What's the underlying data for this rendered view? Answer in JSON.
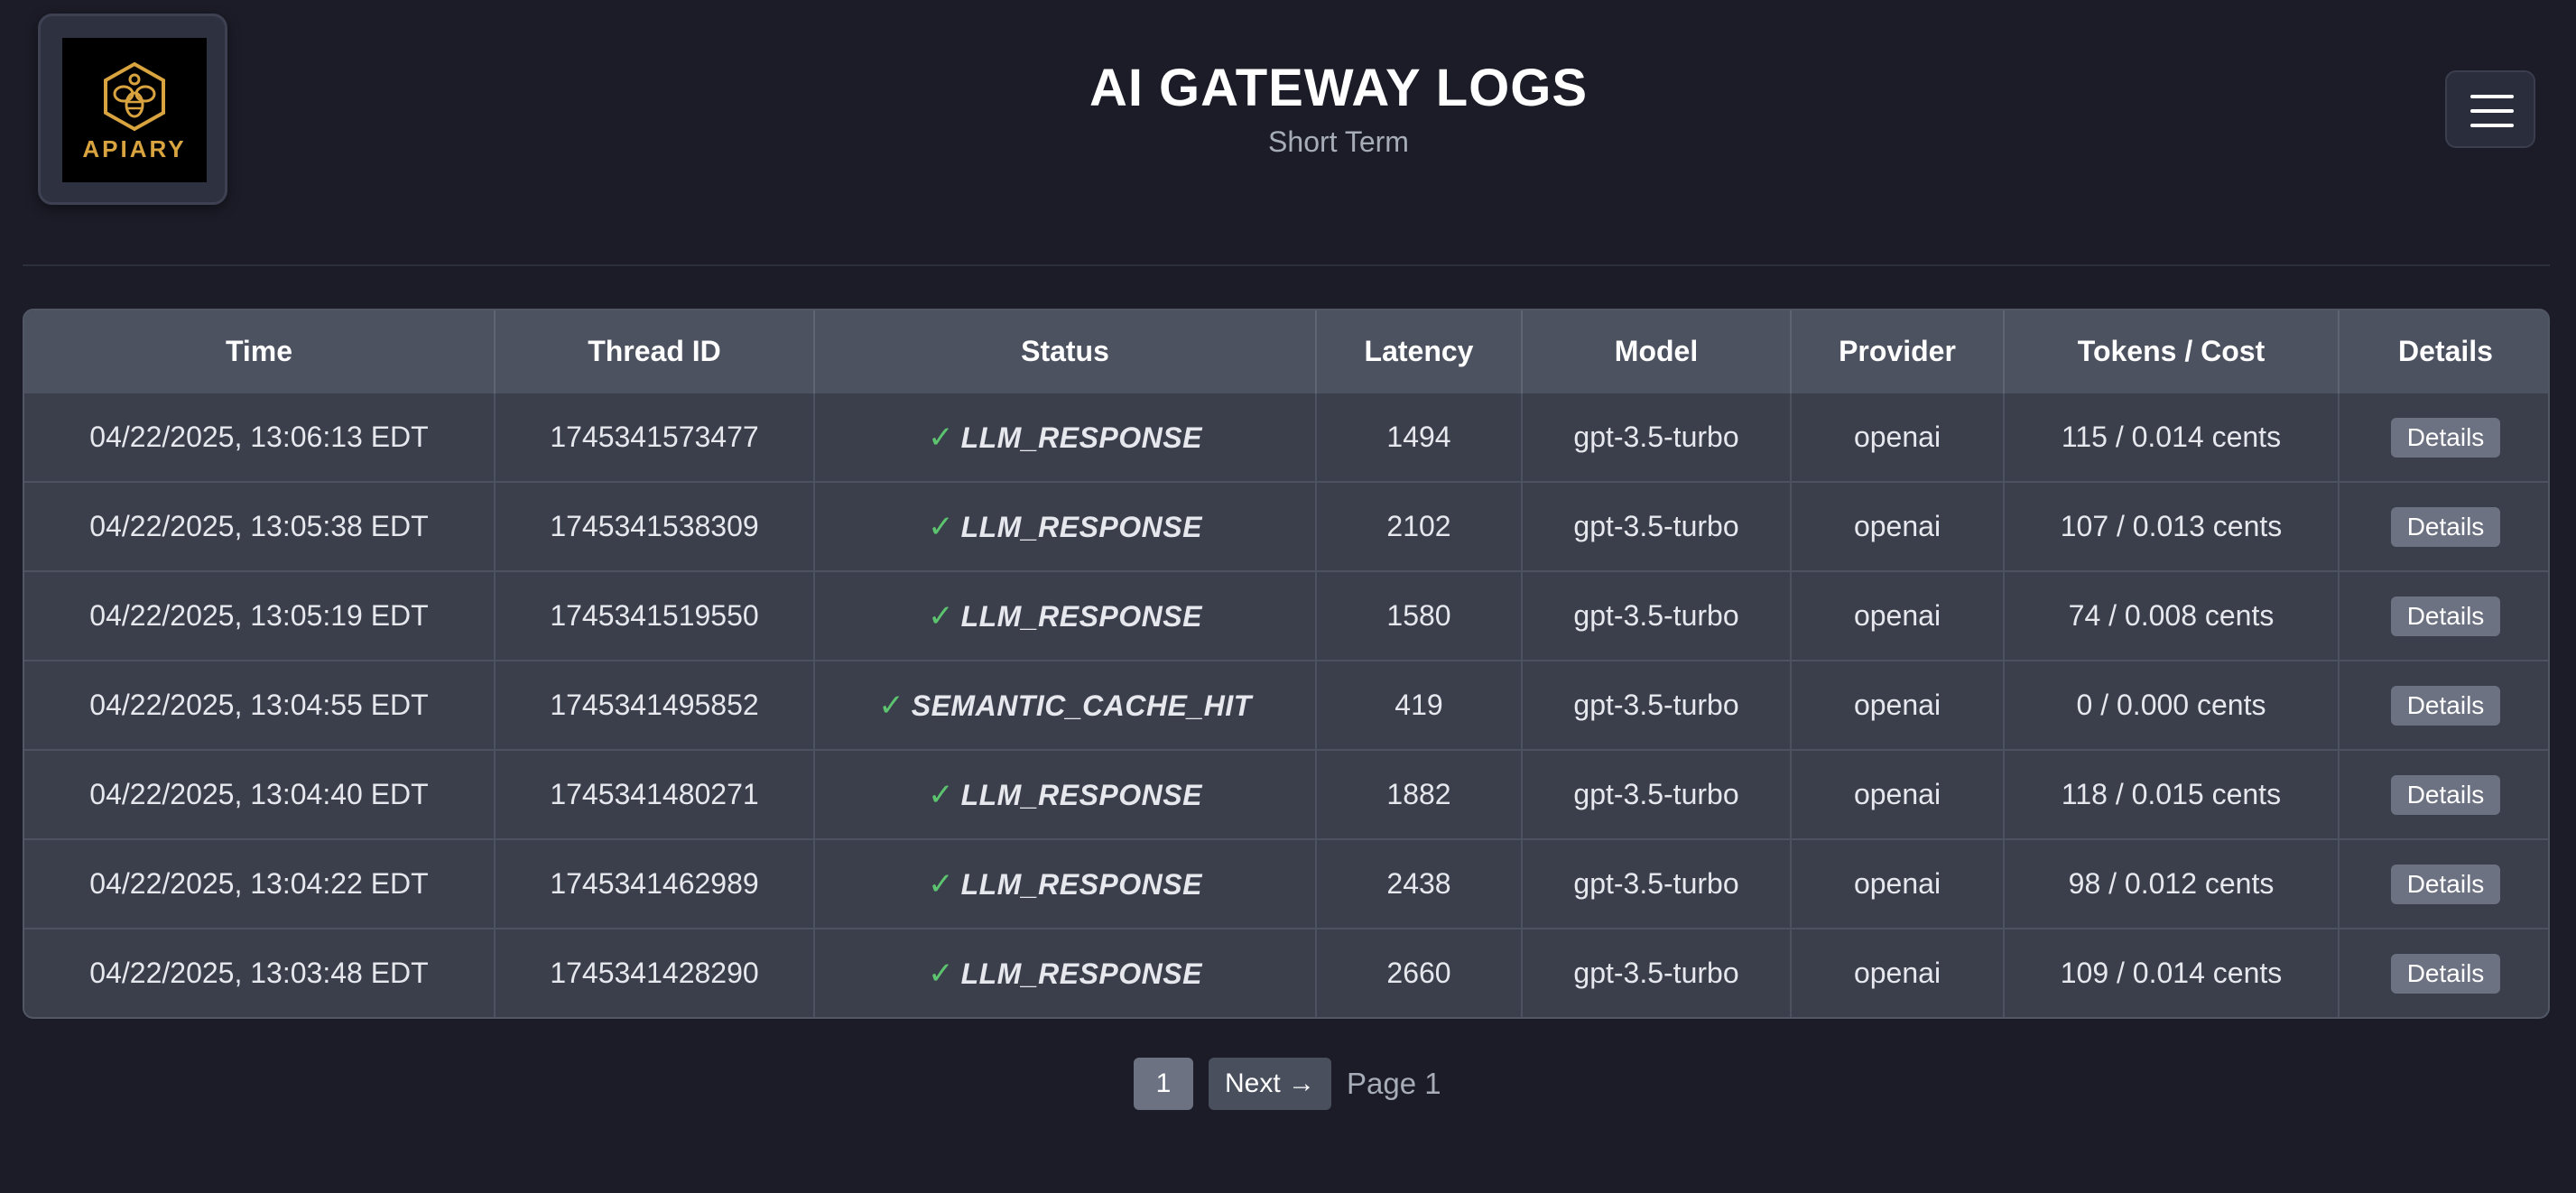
{
  "header": {
    "logo_text": "APIARY",
    "title": "AI GATEWAY LOGS",
    "subtitle": "Short Term",
    "menu_icon": "hamburger-menu-icon"
  },
  "colors": {
    "background": "#1b1c27",
    "table_bg": "#3b3f4c",
    "header_bg": "#4c5260",
    "status_ok": "#5cc46e",
    "logo_gold": "#d9a440"
  },
  "table": {
    "columns": [
      "Time",
      "Thread ID",
      "Status",
      "Latency",
      "Model",
      "Provider",
      "Tokens / Cost",
      "Details"
    ],
    "status_icon": "✓",
    "details_label": "Details",
    "rows": [
      {
        "time": "04/22/2025, 13:06:13 EDT",
        "thread_id": "1745341573477",
        "status": "LLM_RESPONSE",
        "latency": "1494",
        "model": "gpt-3.5-turbo",
        "provider": "openai",
        "tokens_cost": "115 / 0.014 cents"
      },
      {
        "time": "04/22/2025, 13:05:38 EDT",
        "thread_id": "1745341538309",
        "status": "LLM_RESPONSE",
        "latency": "2102",
        "model": "gpt-3.5-turbo",
        "provider": "openai",
        "tokens_cost": "107 / 0.013 cents"
      },
      {
        "time": "04/22/2025, 13:05:19 EDT",
        "thread_id": "1745341519550",
        "status": "LLM_RESPONSE",
        "latency": "1580",
        "model": "gpt-3.5-turbo",
        "provider": "openai",
        "tokens_cost": "74 / 0.008 cents"
      },
      {
        "time": "04/22/2025, 13:04:55 EDT",
        "thread_id": "1745341495852",
        "status": "SEMANTIC_CACHE_HIT",
        "latency": "419",
        "model": "gpt-3.5-turbo",
        "provider": "openai",
        "tokens_cost": "0 / 0.000 cents"
      },
      {
        "time": "04/22/2025, 13:04:40 EDT",
        "thread_id": "1745341480271",
        "status": "LLM_RESPONSE",
        "latency": "1882",
        "model": "gpt-3.5-turbo",
        "provider": "openai",
        "tokens_cost": "118 / 0.015 cents"
      },
      {
        "time": "04/22/2025, 13:04:22 EDT",
        "thread_id": "1745341462989",
        "status": "LLM_RESPONSE",
        "latency": "2438",
        "model": "gpt-3.5-turbo",
        "provider": "openai",
        "tokens_cost": "98 / 0.012 cents"
      },
      {
        "time": "04/22/2025, 13:03:48 EDT",
        "thread_id": "1745341428290",
        "status": "LLM_RESPONSE",
        "latency": "2660",
        "model": "gpt-3.5-turbo",
        "provider": "openai",
        "tokens_cost": "109 / 0.014 cents"
      }
    ]
  },
  "pagination": {
    "current_page_button": "1",
    "next_label": "Next →",
    "page_label": "Page 1"
  }
}
